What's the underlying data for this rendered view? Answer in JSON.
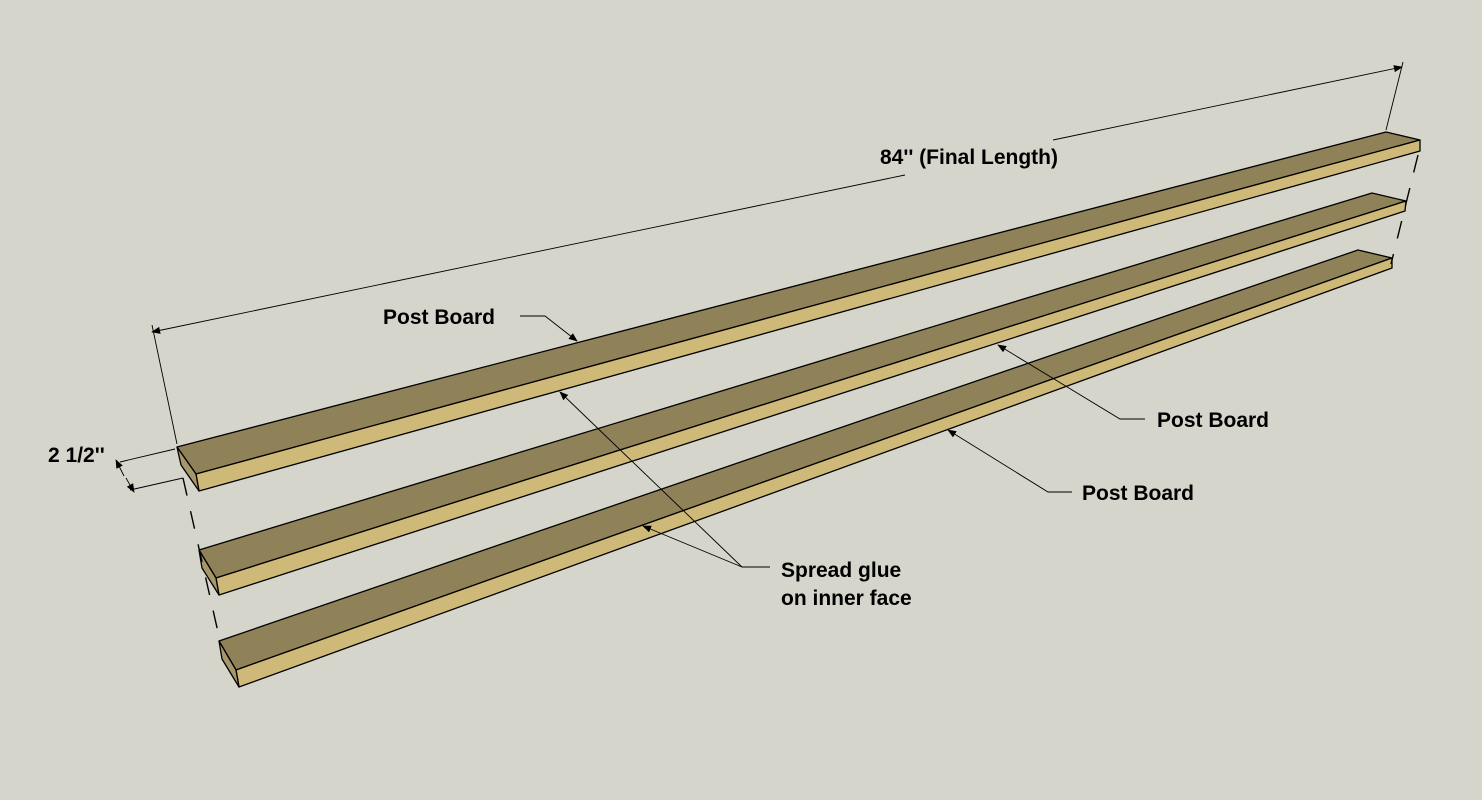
{
  "labels": {
    "length_dimension": "84'' (Final Length)",
    "width_dimension": "2 1/2''",
    "post_board_top": "Post Board",
    "post_board_middle": "Post Board",
    "post_board_bottom": "Post Board",
    "glue_line1": "Spread glue",
    "glue_line2": "on inner face"
  },
  "colors": {
    "background": "#d5d5cb",
    "board_top_face": "#8f8258",
    "board_front_face": "#cfb978",
    "board_end_face": "#a6976a",
    "line": "#000000"
  }
}
